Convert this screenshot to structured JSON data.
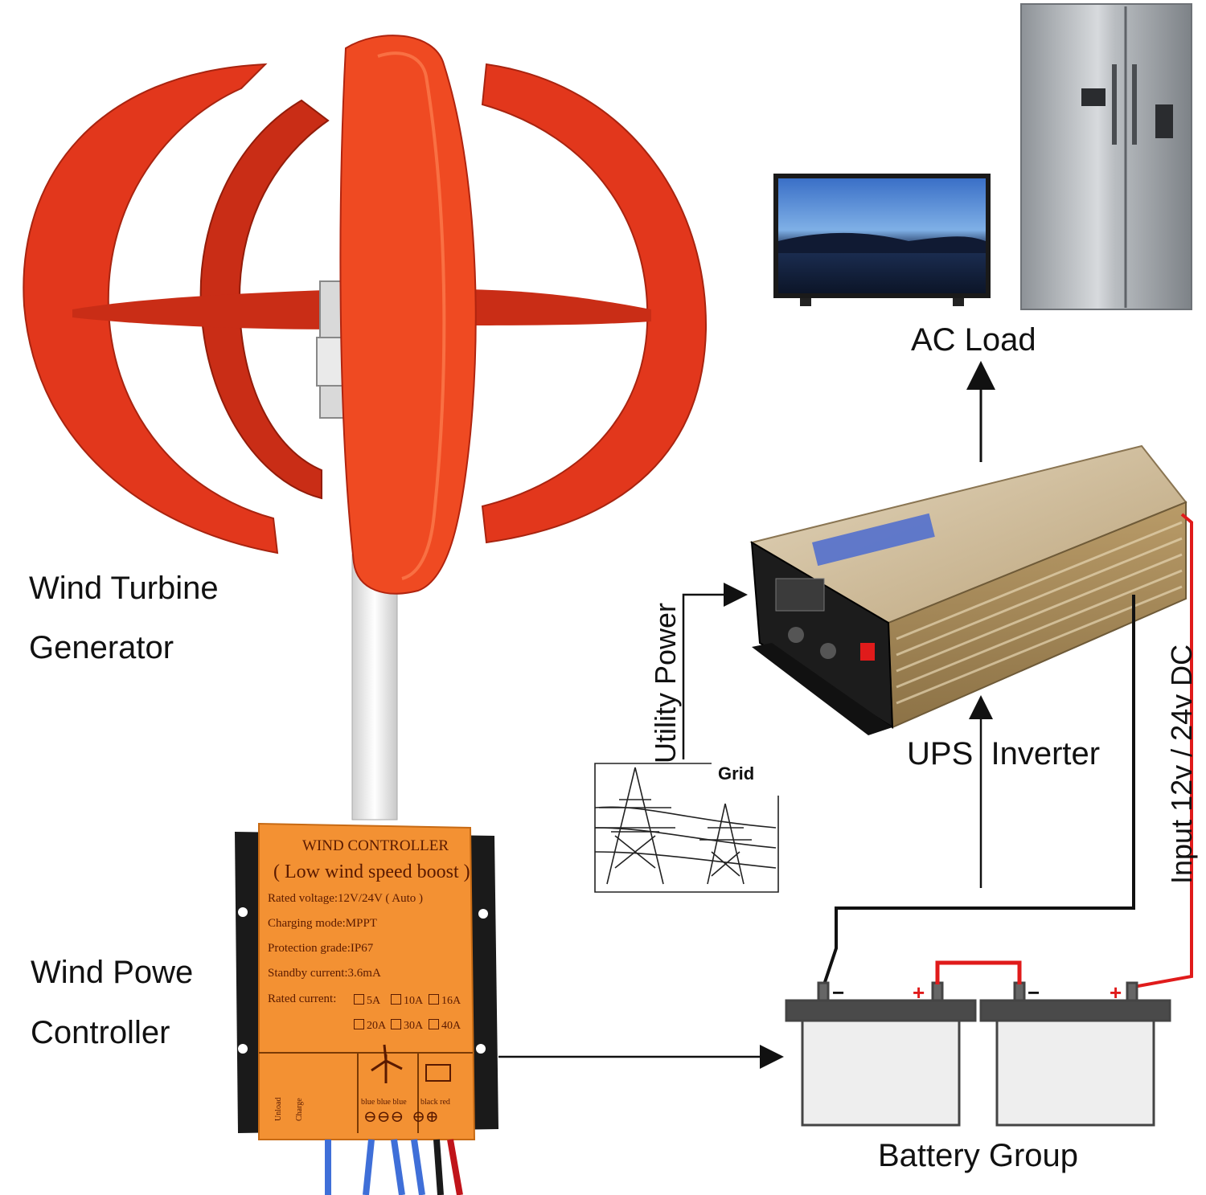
{
  "labels": {
    "ac_load": "AC Load",
    "wind_turbine": "Wind Turbine",
    "generator": "Generator",
    "ups_inverter": "UPS  Inverter",
    "utility_power": "Utility Power",
    "grid": "Grid",
    "input_dc": "Input 12v / 24v DC",
    "wind_powe": "Wind Powe",
    "controller": "Controller",
    "battery_group": "Battery Group"
  },
  "controller_panel": {
    "title": "WIND CONTROLLER",
    "subtitle": "( Low wind speed boost )",
    "specs": [
      "Rated voltage:12V/24V ( Auto )",
      "Charging mode:MPPT",
      "Protection grade:IP67",
      "Standby current:3.6mA"
    ],
    "rated_current_label": "Rated current:",
    "current_options_row1": [
      "5A",
      "10A",
      "16A"
    ],
    "current_options_row2": [
      "20A",
      "30A",
      "40A"
    ],
    "terminal_left": [
      "Unload",
      "Charge"
    ],
    "terminal_wires": [
      "blue blue blue",
      "black  red"
    ],
    "terminal_symbols": "⊖⊖⊖  ⊖⊕"
  },
  "battery_terminals": {
    "minus": "−",
    "plus": "+"
  },
  "colors": {
    "turbine_red": "#e2371c",
    "turbine_dark": "#b0240f",
    "controller_orange": "#f39133",
    "wire_red": "#e01b1b",
    "wire_black": "#111111",
    "inverter_gold": "#c9b38e"
  }
}
